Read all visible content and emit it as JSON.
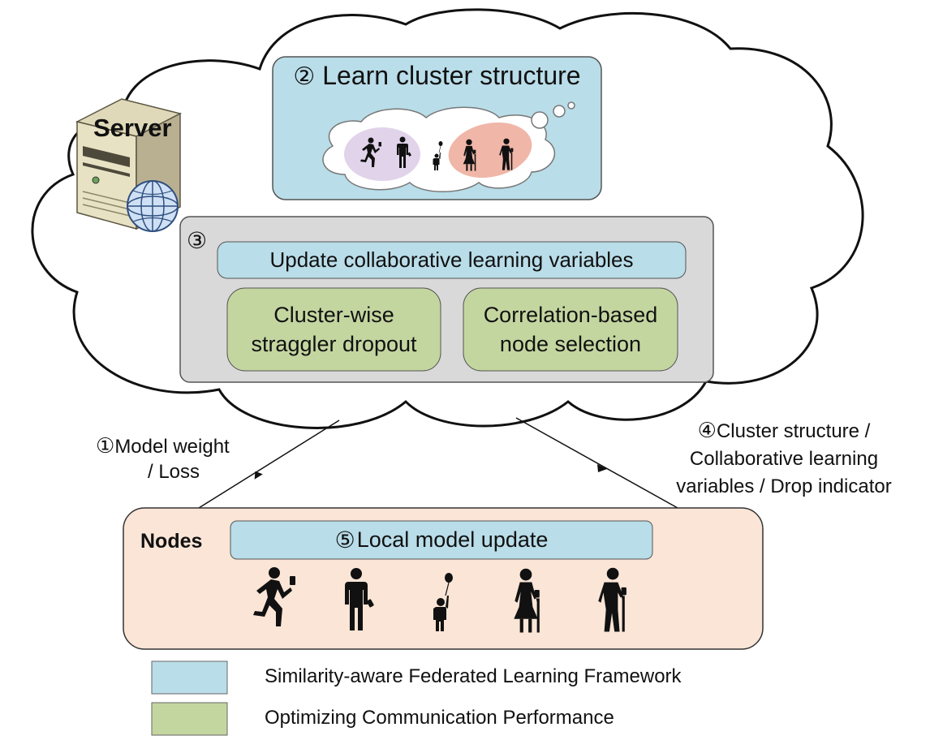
{
  "server": {
    "label": "Server"
  },
  "step2": {
    "number": "②",
    "title": "Learn cluster structure"
  },
  "step3": {
    "number": "③",
    "update_label": "Update collaborative learning variables",
    "dropout_line1": "Cluster-wise",
    "dropout_line2": "straggler dropout",
    "selection_line1": "Correlation-based",
    "selection_line2": "node selection"
  },
  "step1": {
    "number": "①",
    "line1": "Model weight",
    "line2": "/ Loss"
  },
  "step4": {
    "number": "④",
    "line1": "Cluster structure /",
    "line2": "Collaborative learning",
    "line3": "variables / Drop indicator"
  },
  "nodes": {
    "label": "Nodes",
    "step5_number": "⑤",
    "step5_label": "Local model update"
  },
  "legend": {
    "items": [
      {
        "label": "Similarity-aware Federated Learning Framework",
        "color": "#b9dde9"
      },
      {
        "label": "Optimizing Communication Performance",
        "color": "#c4d6a0"
      }
    ]
  },
  "colors": {
    "blue_box": "#b9dde9",
    "green_box": "#c4d6a0",
    "gray_box": "#d9d9d9",
    "nodes_box": "#fae5d6",
    "cluster_purple": "#e1d3ea",
    "cluster_red": "#f0b6a8"
  },
  "icons": [
    "server-icon",
    "globe-icon",
    "running-person-icon",
    "standing-person-icon",
    "child-balloon-icon",
    "elderly-woman-icon",
    "elderly-man-icon"
  ]
}
